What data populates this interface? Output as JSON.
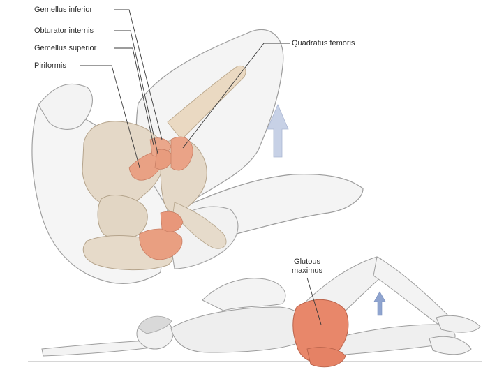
{
  "labels": {
    "gemellus_inferior": "Gemellus inferior",
    "obturator_internis": "Obturator internis",
    "gemellus_superior": "Gemellus superior",
    "piriformis": "Piriformis",
    "quadratus_femoris": "Quadratus femoris",
    "gluteus_maximus_line1": "Glutous",
    "gluteus_maximus_line2": "maximus"
  },
  "colors": {
    "outline": "#9a9a9a",
    "skin_fill": "#f3f3f3",
    "bone": "#e3d7c6",
    "muscle": "#e9a184",
    "muscle_bright": "#e8876a",
    "arrow": "#a7b6d6"
  }
}
